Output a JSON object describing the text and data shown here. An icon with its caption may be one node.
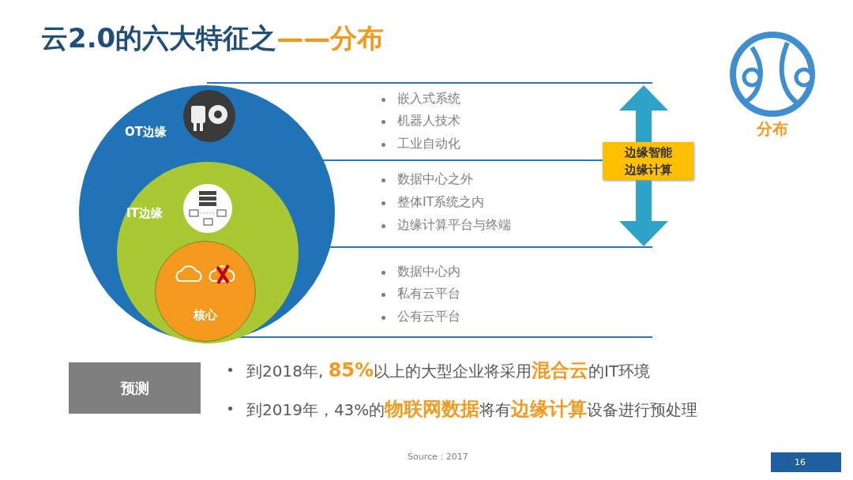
{
  "diagram": {
    "title": "云2.0的六大特征之**——分布**",
    "nodes": [
      {
        "text": [
          "OT边缘"
        ]
      },
      {
        "text": [
          "IT边缘"
        ],
        "in": 0
      },
      {
        "text": [
          "核心"
        ],
        "in": 1
      },
      {
        "text": [
          "边缘智能边缘计算"
        ]
      },
      {
        "text": [
          "预测"
        ]
      }
    ],
    "edges": [],
    "labels": [
      "分布",
      "嵌入式系统",
      "机器人技术",
      "工业自动化",
      "数据中心之外",
      "整体IT系统之内",
      "边缘计算平台与终端",
      "数据中心内",
      "私有云平台",
      "公有云平台",
      "到2018年, **85%**以上的大型企业将采用**混合云**的IT环境",
      "到2019年，43%的**物联网数据**将有**边缘计算**设备进行预处理",
      "Source：2017",
      "16"
    ]
  }
}
